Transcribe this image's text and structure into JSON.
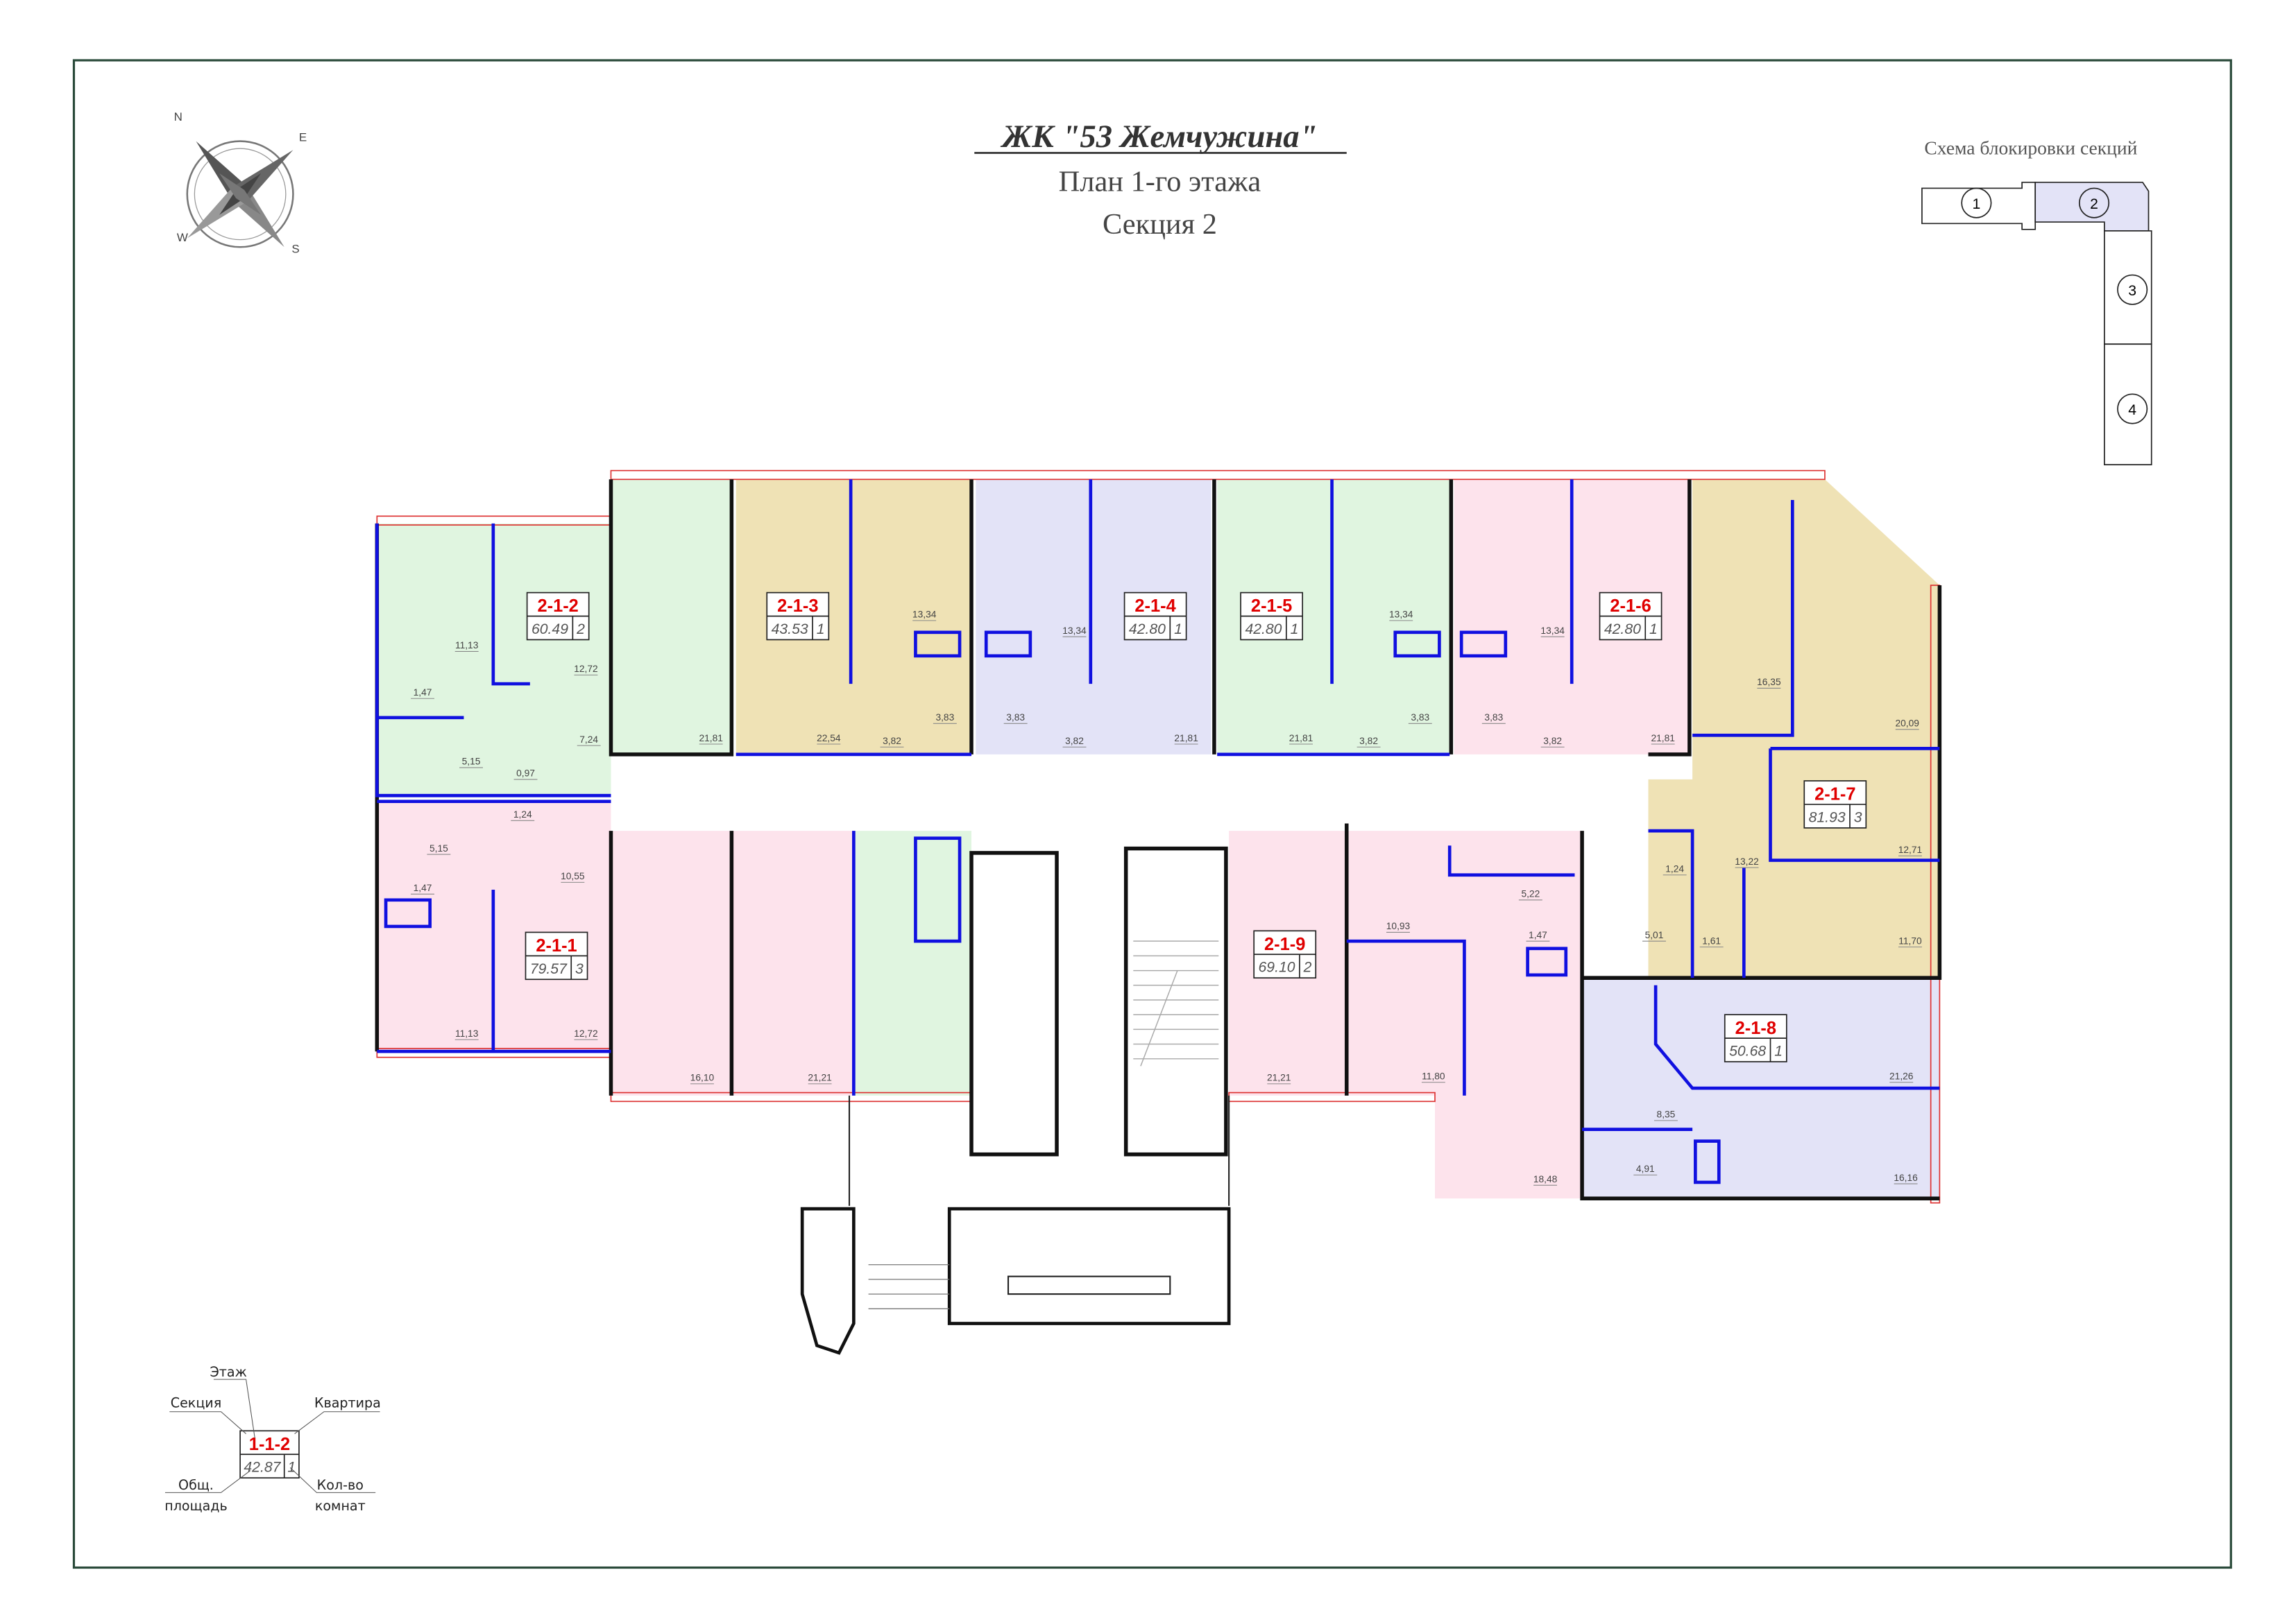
{
  "header": {
    "title": "ЖК \"53 Жемчужина\"",
    "subtitle": "План 1-го этажа",
    "section": "Секция 2"
  },
  "compass": {
    "n": "N",
    "e": "E",
    "s": "S",
    "w": "W"
  },
  "scheme": {
    "title": "Схема блокировки секций",
    "sections": [
      "1",
      "2",
      "3",
      "4"
    ],
    "highlight_color": "#e3e3f7"
  },
  "colors": {
    "green": "#e0f5e0",
    "beige": "#efe2b5",
    "lavender": "#e3e3f7",
    "pink": "#fde3ec",
    "label_red": "#e00000"
  },
  "apartments": [
    {
      "id": "2-1-1",
      "area": "79.57",
      "rooms": "3",
      "room_areas": [
        "1,24",
        "5,15",
        "10,55",
        "1,47",
        "11,13",
        "12,72",
        "16,10",
        "21,21"
      ]
    },
    {
      "id": "2-1-2",
      "area": "60.49",
      "rooms": "2",
      "room_areas": [
        "11,13",
        "12,72",
        "1,47",
        "7,24",
        "5,15",
        "0,97",
        "21,81"
      ]
    },
    {
      "id": "2-1-3",
      "area": "43.53",
      "rooms": "1",
      "room_areas": [
        "22,54",
        "13,34",
        "3,82",
        "3,83"
      ]
    },
    {
      "id": "2-1-4",
      "area": "42.80",
      "rooms": "1",
      "room_areas": [
        "3,83",
        "13,34",
        "3,82",
        "21,81"
      ]
    },
    {
      "id": "2-1-5",
      "area": "42.80",
      "rooms": "1",
      "room_areas": [
        "21,81",
        "3,82",
        "13,34",
        "3,83"
      ]
    },
    {
      "id": "2-1-6",
      "area": "42.80",
      "rooms": "1",
      "room_areas": [
        "3,83",
        "13,34",
        "3,82",
        "21,81"
      ]
    },
    {
      "id": "2-1-7",
      "area": "81.93",
      "rooms": "3",
      "room_areas": [
        "16,35",
        "20,09",
        "12,71",
        "13,22",
        "1,24",
        "5,01",
        "1,61",
        "11,70"
      ]
    },
    {
      "id": "2-1-8",
      "area": "50.68",
      "rooms": "1",
      "room_areas": [
        "21,26",
        "8,35",
        "4,91",
        "16,16"
      ]
    },
    {
      "id": "2-1-9",
      "area": "69.10",
      "rooms": "2",
      "room_areas": [
        "5,22",
        "10,93",
        "1,47",
        "21,21",
        "11,80",
        "18,48"
      ]
    }
  ],
  "legend": {
    "sample_id": "1-1-2",
    "sample_area": "42.87",
    "sample_rooms": "1",
    "floor_label": "Этаж",
    "section_label": "Секция",
    "apartment_label": "Квартира",
    "area_label_1": "Общ.",
    "area_label_2": "площадь",
    "rooms_label_1": "Кол-во",
    "rooms_label_2": "комнат"
  }
}
